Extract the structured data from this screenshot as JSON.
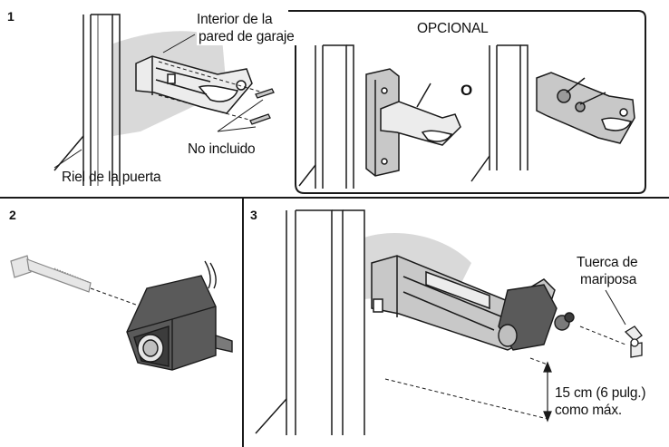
{
  "steps": [
    {
      "number": "1",
      "labels": {
        "interior_wall_line1": "Interior de la",
        "interior_wall_line2": "pared de garaje",
        "not_included": "No incluido",
        "door_rail": "Riel de la puerta"
      },
      "optional_box": {
        "title": "OPCIONAL",
        "or_text": "O"
      }
    },
    {
      "number": "2"
    },
    {
      "number": "3",
      "labels": {
        "wing_nut_line1": "Tuerca de",
        "wing_nut_line2": "mariposa",
        "max_distance_line1": "15 cm (6 pulg.)",
        "max_distance_line2": "como máx."
      }
    }
  ],
  "colors": {
    "line": "#1a1a1a",
    "wall_shade": "#d9d9d9",
    "metal_light": "#ececec",
    "metal_mid": "#c8c8c8",
    "sensor_dark": "#5a5a5a",
    "sensor_darker": "#3c3c3c"
  }
}
